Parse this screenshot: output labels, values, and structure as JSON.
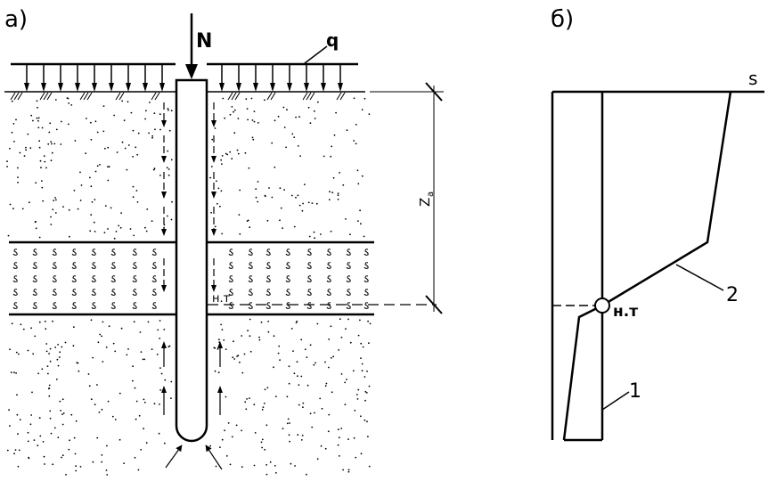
{
  "panel_a": {
    "label": "а)",
    "force_label": "N",
    "load_label": "q",
    "depth_label": "Z",
    "depth_subscript": "a",
    "neutral_point_label": "н.т"
  },
  "panel_b": {
    "label": "б)",
    "axis_label": "s",
    "neutral_point_label": "н.т",
    "curve_1_label": "1",
    "curve_2_label": "2"
  }
}
